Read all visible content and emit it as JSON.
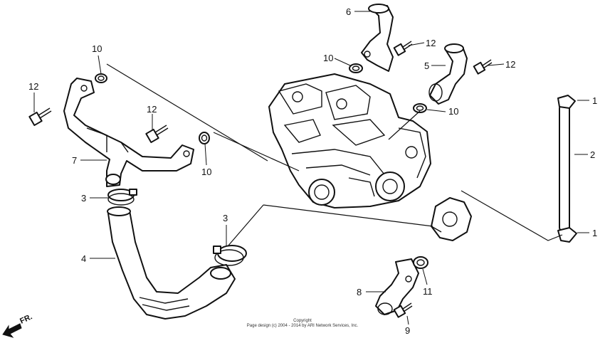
{
  "parts": [
    {
      "id": "c1a",
      "label": "1"
    },
    {
      "id": "c1b",
      "label": "1"
    },
    {
      "id": "c2",
      "label": "2"
    },
    {
      "id": "c3a",
      "label": "3"
    },
    {
      "id": "c3b",
      "label": "3"
    },
    {
      "id": "c4",
      "label": "4"
    },
    {
      "id": "c5",
      "label": "5"
    },
    {
      "id": "c6",
      "label": "6"
    },
    {
      "id": "c7",
      "label": "7"
    },
    {
      "id": "c8",
      "label": "8"
    },
    {
      "id": "c9",
      "label": "9"
    },
    {
      "id": "c10a",
      "label": "10"
    },
    {
      "id": "c10b",
      "label": "10"
    },
    {
      "id": "c10c",
      "label": "10"
    },
    {
      "id": "c10d",
      "label": "10"
    },
    {
      "id": "c11",
      "label": "11"
    },
    {
      "id": "c12a",
      "label": "12"
    },
    {
      "id": "c12b",
      "label": "12"
    },
    {
      "id": "c12c",
      "label": "12"
    },
    {
      "id": "c12d",
      "label": "12"
    }
  ],
  "direction_label": "FR.",
  "copyright_lines": [
    "Copyright",
    "Page design (c) 2004 - 2014 by ARI Network Services, Inc."
  ]
}
